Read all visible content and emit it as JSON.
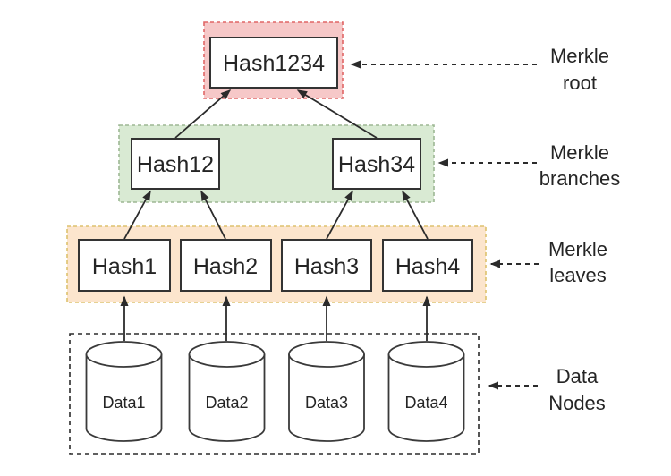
{
  "figure": {
    "root": {
      "label": "Hash1234"
    },
    "branches": [
      {
        "label": "Hash12"
      },
      {
        "label": "Hash34"
      }
    ],
    "leaves": [
      {
        "label": "Hash1"
      },
      {
        "label": "Hash2"
      },
      {
        "label": "Hash3"
      },
      {
        "label": "Hash4"
      }
    ],
    "data_nodes": [
      {
        "label": "Data1"
      },
      {
        "label": "Data2"
      },
      {
        "label": "Data3"
      },
      {
        "label": "Data4"
      }
    ],
    "annotations": {
      "root": {
        "line1": "Merkle",
        "line2": "root"
      },
      "branches": {
        "line1": "Merkle",
        "line2": "branches"
      },
      "leaves": {
        "line1": "Merkle",
        "line2": "leaves"
      },
      "data_nodes": {
        "line1": "Data",
        "line2": "Nodes"
      }
    },
    "colors": {
      "root_fill": "#f6c8c8",
      "root_border": "#e06666",
      "branches_fill": "#d9ead3",
      "branches_border": "#9db794",
      "leaves_fill": "#fce5cd",
      "leaves_border": "#ddc26e"
    }
  }
}
